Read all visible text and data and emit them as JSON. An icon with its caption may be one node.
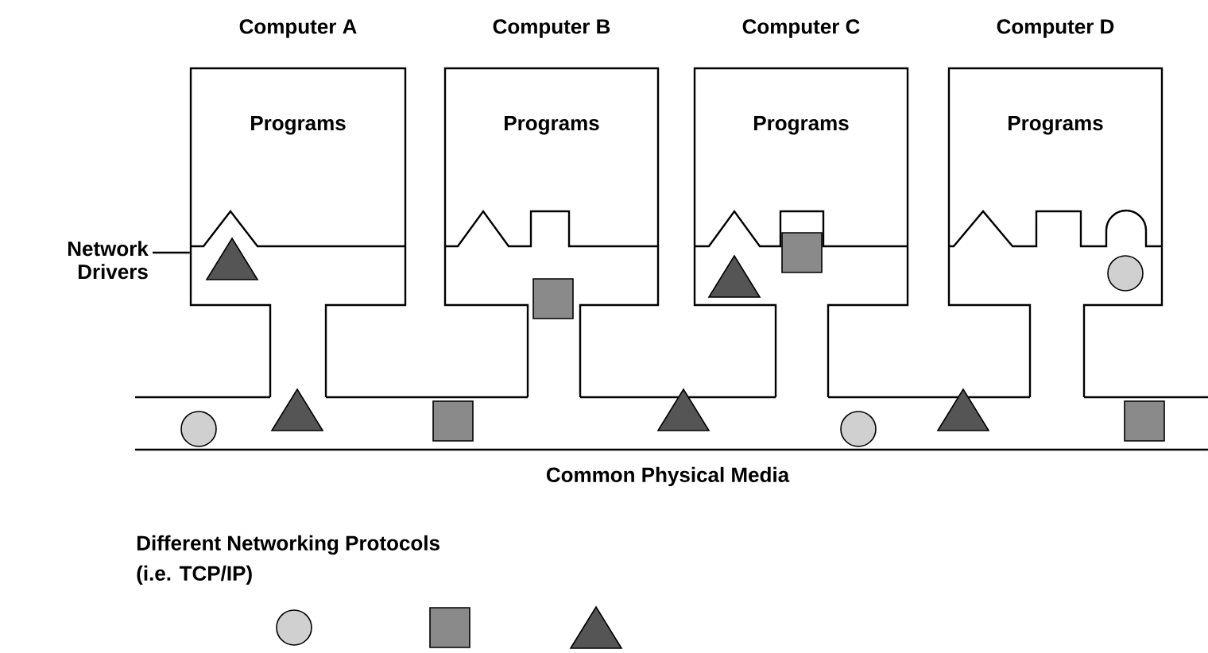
{
  "diagram": {
    "nodes": [
      {
        "text": [
          "Computer A",
          "Programs"
        ]
      },
      {
        "text": [
          "Computer B",
          "Programs"
        ]
      },
      {
        "text": [
          "Computer C",
          "Programs"
        ]
      },
      {
        "text": [
          "Computer D",
          "Programs"
        ]
      },
      {
        "text": [
          "Network Drivers"
        ]
      }
    ],
    "edges": [
      {
        "from": 4,
        "to": 0,
        "arrow": "none"
      }
    ],
    "labels": [
      "Common Physical Media",
      "Different Networking Protocols",
      "(i.e. TCP/IP)"
    ]
  }
}
